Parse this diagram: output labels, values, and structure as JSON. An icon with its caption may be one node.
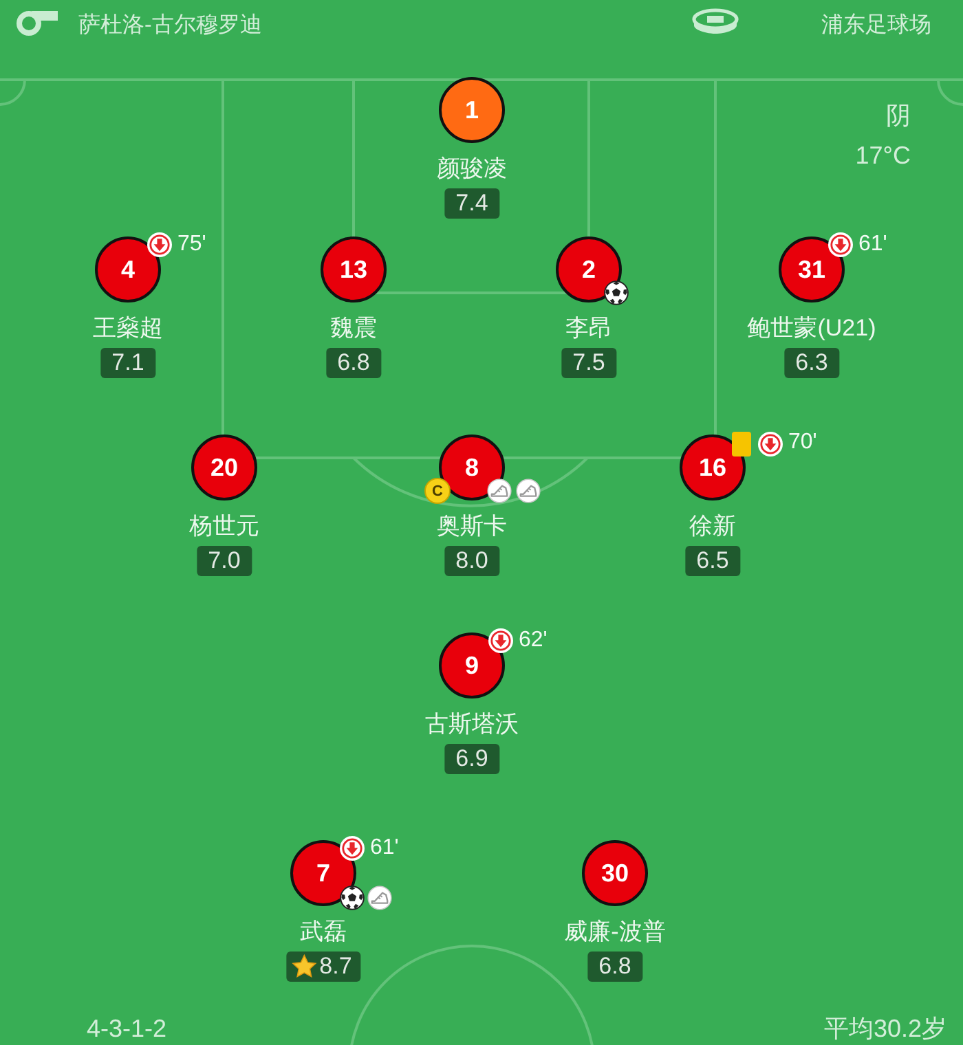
{
  "diagram": {
    "nodes": [
      {
        "text": [
          "1"
        ],
        "beside": [
          "颜骏凌",
          "7.4"
        ]
      },
      {
        "text": [
          "4"
        ],
        "beside": [
          "王燊超",
          "7.1",
          "75'"
        ]
      },
      {
        "text": [
          "13"
        ],
        "beside": [
          "魏震",
          "6.8"
        ]
      },
      {
        "text": [
          "2"
        ],
        "beside": [
          "李昂",
          "7.5"
        ]
      },
      {
        "text": [
          "31"
        ],
        "beside": [
          "鲍世蒙(U21)",
          "6.3",
          "61'"
        ]
      },
      {
        "text": [
          "20"
        ],
        "beside": [
          "杨世元",
          "7.0"
        ]
      },
      {
        "text": [
          "8"
        ],
        "beside": [
          "奥斯卡",
          "8.0"
        ]
      },
      {
        "text": [
          "C"
        ]
      },
      {
        "text": [
          "16"
        ],
        "beside": [
          "徐新",
          "6.5",
          "70'"
        ]
      },
      {
        "text": [
          "9"
        ],
        "beside": [
          "古斯塔沃",
          "6.9",
          "62'"
        ]
      },
      {
        "text": [
          "7"
        ],
        "beside": [
          "武磊",
          "8.7",
          "61'"
        ]
      },
      {
        "text": [
          "30"
        ],
        "beside": [
          "威廉-波普",
          "6.8"
        ]
      }
    ],
    "labels": [
      "萨杜洛-古尔穆罗迪",
      "浦东足球场",
      "阴",
      "17°C",
      "4-3-1-2",
      "平均30.2岁"
    ]
  }
}
